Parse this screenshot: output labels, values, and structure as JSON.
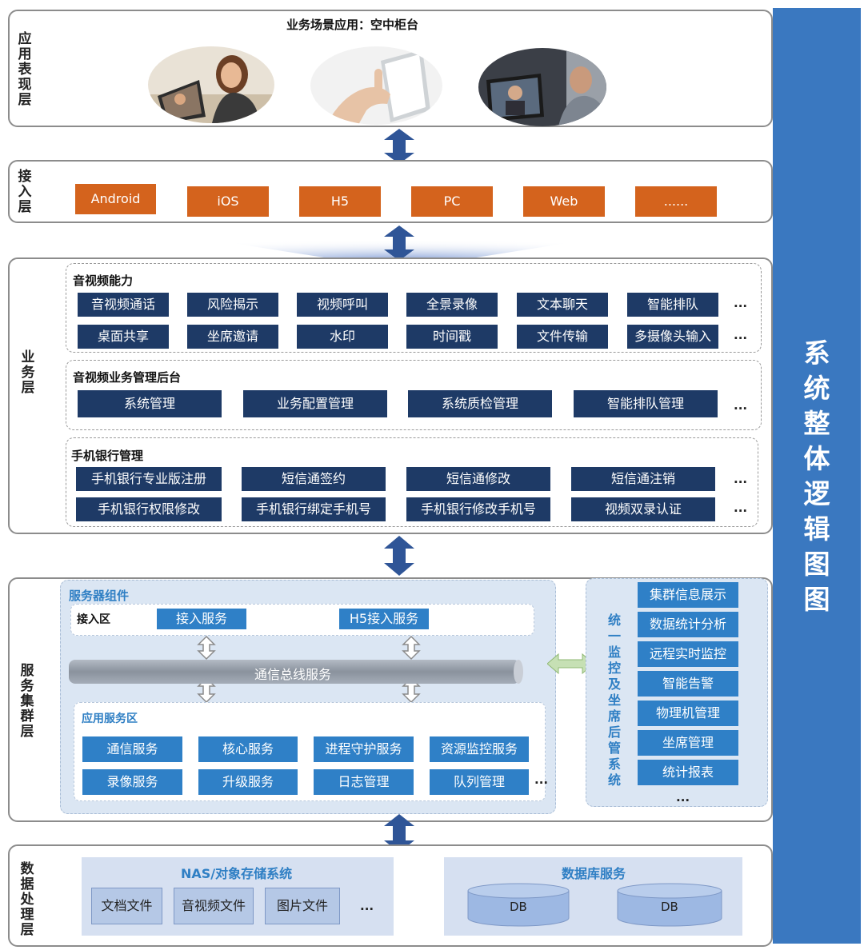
{
  "title": "系统整体逻辑图图",
  "layers": {
    "app": "应用\n表现\n层",
    "access": "接入\n层",
    "business": "业务\n层",
    "cluster": "服务\n集群\n层",
    "data": "数据\n处理\n层"
  },
  "app_layer": {
    "scenario": "业务场景应用：空中柜台"
  },
  "access_layer": {
    "clients": [
      "Android",
      "iOS",
      "H5",
      "PC",
      "Web",
      "......"
    ]
  },
  "business_layer": {
    "av_capability": {
      "title": "音视频能力",
      "row1": [
        "音视频通话",
        "风险揭示",
        "视频呼叫",
        "全景录像",
        "文本聊天",
        "智能排队"
      ],
      "row2": [
        "桌面共享",
        "坐席邀请",
        "水印",
        "时间戳",
        "文件传输",
        "多摄像头输入"
      ],
      "more": "..."
    },
    "av_admin": {
      "title": "音视频业务管理后台",
      "items": [
        "系统管理",
        "业务配置管理",
        "系统质检管理",
        "智能排队管理"
      ],
      "more": "..."
    },
    "mobile_banking": {
      "title": "手机银行管理",
      "row1": [
        "手机银行专业版注册",
        "短信通签约",
        "短信通修改",
        "短信通注销"
      ],
      "row2": [
        "手机银行权限修改",
        "手机银行绑定手机号",
        "手机银行修改手机号",
        "视频双录认证"
      ],
      "more": "..."
    }
  },
  "cluster_layer": {
    "server_components": "服务器组件",
    "access_zone": {
      "title": "接入区",
      "items": [
        "接入服务",
        "H5接入服务"
      ]
    },
    "bus": "通信总线服务",
    "app_zone": {
      "title": "应用服务区",
      "row1": [
        "通信服务",
        "核心服务",
        "进程守护服务",
        "资源监控服务"
      ],
      "row2": [
        "录像服务",
        "升级服务",
        "日志管理",
        "队列管理"
      ],
      "more": "..."
    },
    "monitor": {
      "title": "统一监控及坐席后管系统",
      "items": [
        "集群信息展示",
        "数据统计分析",
        "远程实时监控",
        "智能告警",
        "物理机管理",
        "坐席管理",
        "统计报表"
      ],
      "more": "..."
    }
  },
  "data_layer": {
    "storage": {
      "title": "NAS/对象存储系统",
      "items": [
        "文档文件",
        "音视频文件",
        "图片文件"
      ],
      "more": "..."
    },
    "database": {
      "title": "数据库服务",
      "items": [
        "DB",
        "DB"
      ]
    }
  },
  "colors": {
    "sidebar": "#3a78c0",
    "orange": "#d4631d",
    "navy": "#1e3a66",
    "blue": "#2f80c7"
  }
}
